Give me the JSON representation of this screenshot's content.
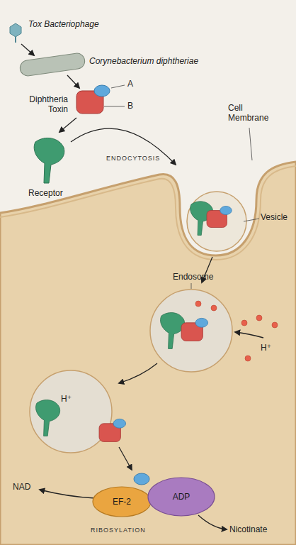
{
  "diagram": {
    "nodes": [
      {
        "text": [
          "EF-2"
        ]
      },
      {
        "text": [
          "ADP"
        ]
      }
    ],
    "labels": [
      "Tox Bacteriophage",
      "Corynebacterium diphtheriae",
      "A",
      "B",
      "Diphtheria Toxin",
      "ENDOCYTOSIS",
      "Cell Membrane",
      "Receptor",
      "Vesicle",
      "Endosome",
      "H⁺",
      "H⁺",
      "NAD",
      "RIBOSYLATION",
      "Nicotinate"
    ]
  }
}
